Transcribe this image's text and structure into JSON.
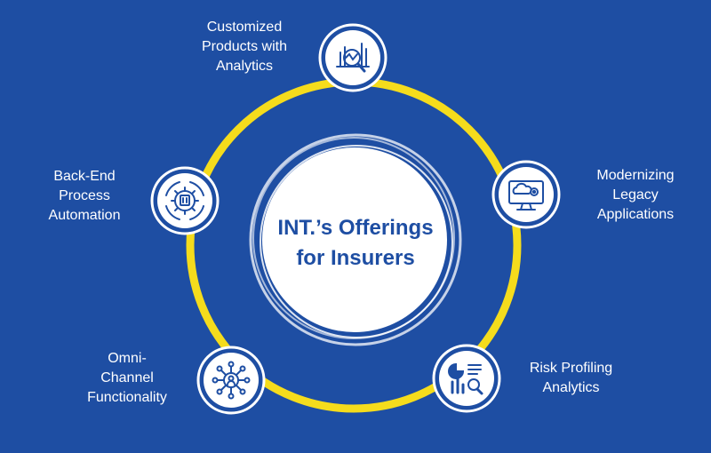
{
  "center": {
    "title": "INT.’s Offerings\nfor Insurers"
  },
  "colors": {
    "background": "#1e4ea3",
    "ring": "#f5dc1c",
    "node_fill": "#ffffff",
    "icon_stroke": "#1e4ea3"
  },
  "offerings": [
    {
      "label": "Customized\nProducts with\nAnalytics",
      "icon": "magnifier-chart-icon"
    },
    {
      "label": "Modernizing\nLegacy\nApplications",
      "icon": "cloud-gear-monitor-icon"
    },
    {
      "label": "Risk Profiling\nAnalytics",
      "icon": "pie-bar-report-icon"
    },
    {
      "label": "Omni-\nChannel\nFunctionality",
      "icon": "user-network-icon"
    },
    {
      "label": "Back-End\nProcess\nAutomation",
      "icon": "gear-cycle-icon"
    }
  ]
}
